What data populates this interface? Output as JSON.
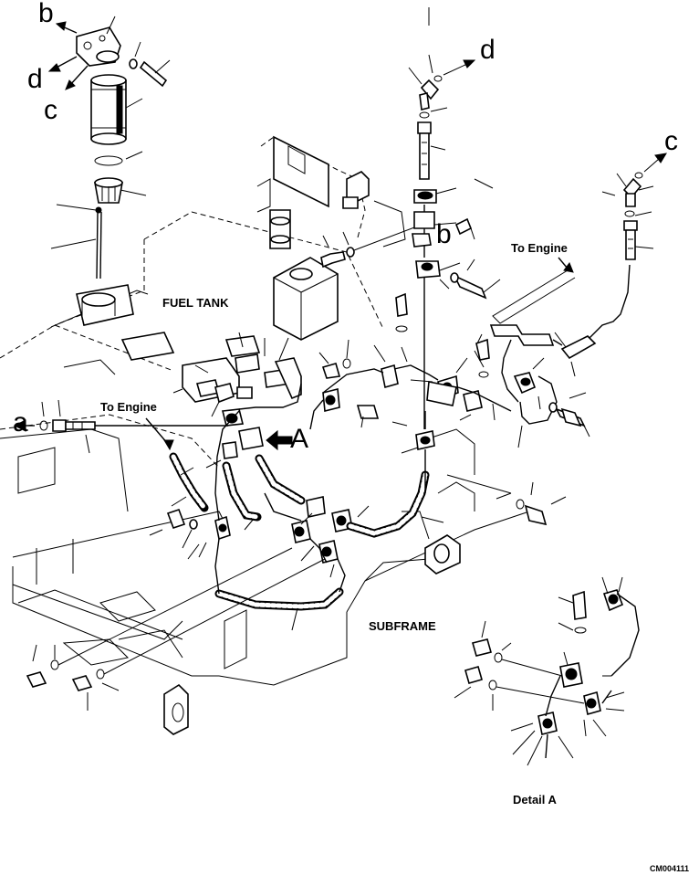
{
  "labels": {
    "fuel_tank": "FUEL TANK",
    "subframe": "SUBFRAME",
    "to_engine_right": "To Engine",
    "to_engine_left": "To Engine",
    "detail_a": "Detail A",
    "drawing_code": "CM004111"
  },
  "callouts": {
    "a": "a",
    "b_top": "b",
    "b_mid": "b",
    "c_top": "c",
    "c_right": "c",
    "d_top": "d",
    "d_right": "d",
    "view_a": "A"
  }
}
